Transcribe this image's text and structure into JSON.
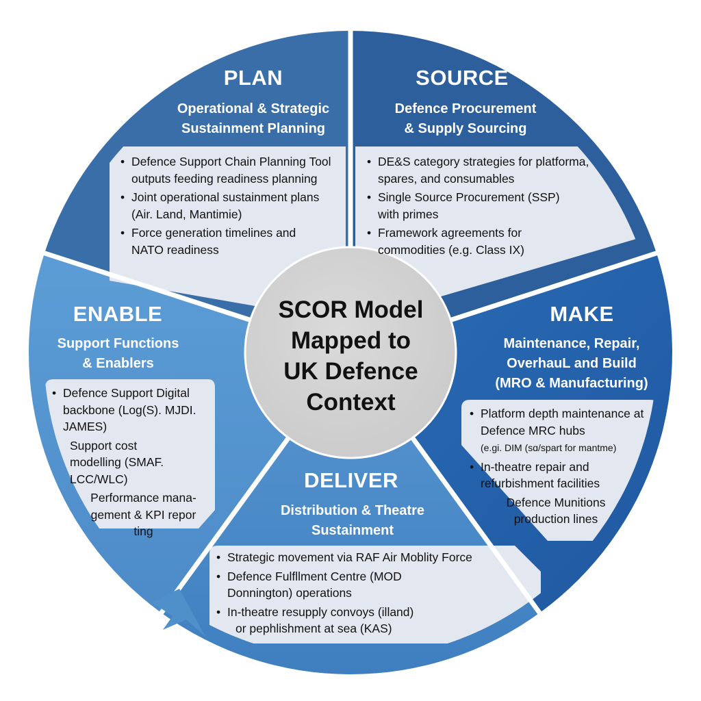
{
  "title": "SCOR Model Mapped to UK Defence Context",
  "center": {
    "lines": [
      "SCOR Model",
      "Mapped to",
      "UK Defence",
      "Context"
    ]
  },
  "colors": {
    "plan": "#3a6ea8",
    "source": "#2d5f9c",
    "make": "#2563ad",
    "deliver": "#4f8fca",
    "enable": "#5a9ad3",
    "box": "#e3e8f0",
    "center": "#d4d4d4",
    "divider": "#ffffff"
  },
  "segments": {
    "plan": {
      "title": "PLAN",
      "subtitle": [
        "Operational & Strategic",
        "Sustainment Planning"
      ],
      "items": [
        {
          "text": "Defence Support Chain Planning Tool outputs feeding readiness planning",
          "bullet": true
        },
        {
          "text": "Joint operational sustainment plans (Air. Land, Mantimie)",
          "bullet": true
        },
        {
          "text": "Force generation timelines and NATO readiness",
          "bullet": true
        }
      ]
    },
    "source": {
      "title": "SOURCE",
      "subtitle": [
        "Defence Procurement",
        "& Supply Sourcing"
      ],
      "items": [
        {
          "text": "DE&S category strategies for platforma, spares, and consumables",
          "bullet": true
        },
        {
          "text": "Single Source Procurement (SSP) with primes",
          "bullet": true
        },
        {
          "text": "Framework agreements for commodities (e.g. Class IX)",
          "bullet": true
        }
      ]
    },
    "make": {
      "title": "MAKE",
      "subtitle": [
        "Maintenance, Repair,",
        "OverhauL and Build",
        "(MRO & Manufacturing)"
      ],
      "items": [
        {
          "text": "Platform depth maintenance at Defence MRC hubs",
          "note": "(e.gi. DIM (ѕɑ/spart for mantme)",
          "bullet": true
        },
        {
          "text": "In-theatre repair and refurbishment facilities",
          "bullet": true
        },
        {
          "text": "Defence Munitions production lines",
          "bullet": false
        }
      ]
    },
    "deliver": {
      "title": "DELIVER",
      "subtitle": [
        "Distribution & Theatre",
        "Sustainment"
      ],
      "items": [
        {
          "text": "Strategic movement via RAF Air Moblity Force",
          "bullet": true
        },
        {
          "text": "Defence Fulfllment Centre (MOD Donnington) operations",
          "bullet": true
        },
        {
          "text": "In-theatre resupply convoys (illand)",
          "note": "or pephlishment at sea (KAS)",
          "bullet": true
        }
      ]
    },
    "enable": {
      "title": "ENABLE",
      "subtitle": [
        "Support Functions",
        "& Enablers"
      ],
      "items": [
        {
          "text": "Defence Support Digital backbone (Log(S). MJDI. JAMES)",
          "bullet": true
        },
        {
          "text": "Support cost modelling (SMAF. LCC/WLC)",
          "bullet": false
        },
        {
          "text": "Performance mana-gement & KPI repor ting",
          "bullet": false
        }
      ]
    }
  }
}
